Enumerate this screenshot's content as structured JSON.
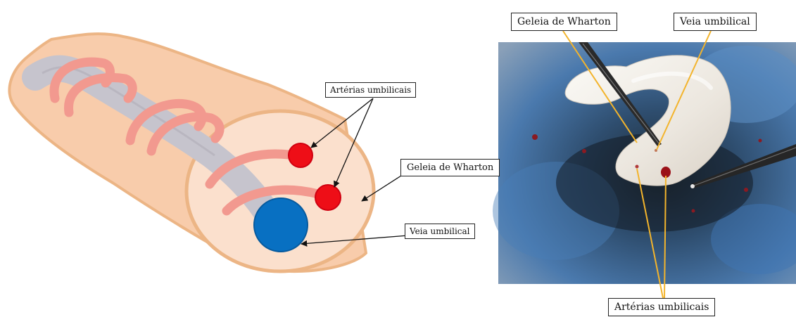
{
  "diagram": {
    "labels": {
      "arteries": "Artérias umbilicais",
      "wharton": "Geleia de Wharton",
      "vein": "Veia umbilical"
    },
    "colors": {
      "cord_fill": "#f8ccab",
      "cord_outline": "#ecb585",
      "section_fill": "#fbe0cd",
      "vein_strand": "#c6c4cd",
      "artery_strand": "#f2998f",
      "artery_dot": "#ee0e17",
      "vein_dot": "#0870c2"
    }
  },
  "photo": {
    "labels": {
      "wharton": "Geleia de Wharton",
      "vein": "Veia umbilical",
      "arteries": "Artérias umbilicais"
    },
    "colors": {
      "pointer_line": "#f3b42c",
      "background_blue": "#3b6fa3",
      "tissue": "#f1efe9"
    }
  }
}
